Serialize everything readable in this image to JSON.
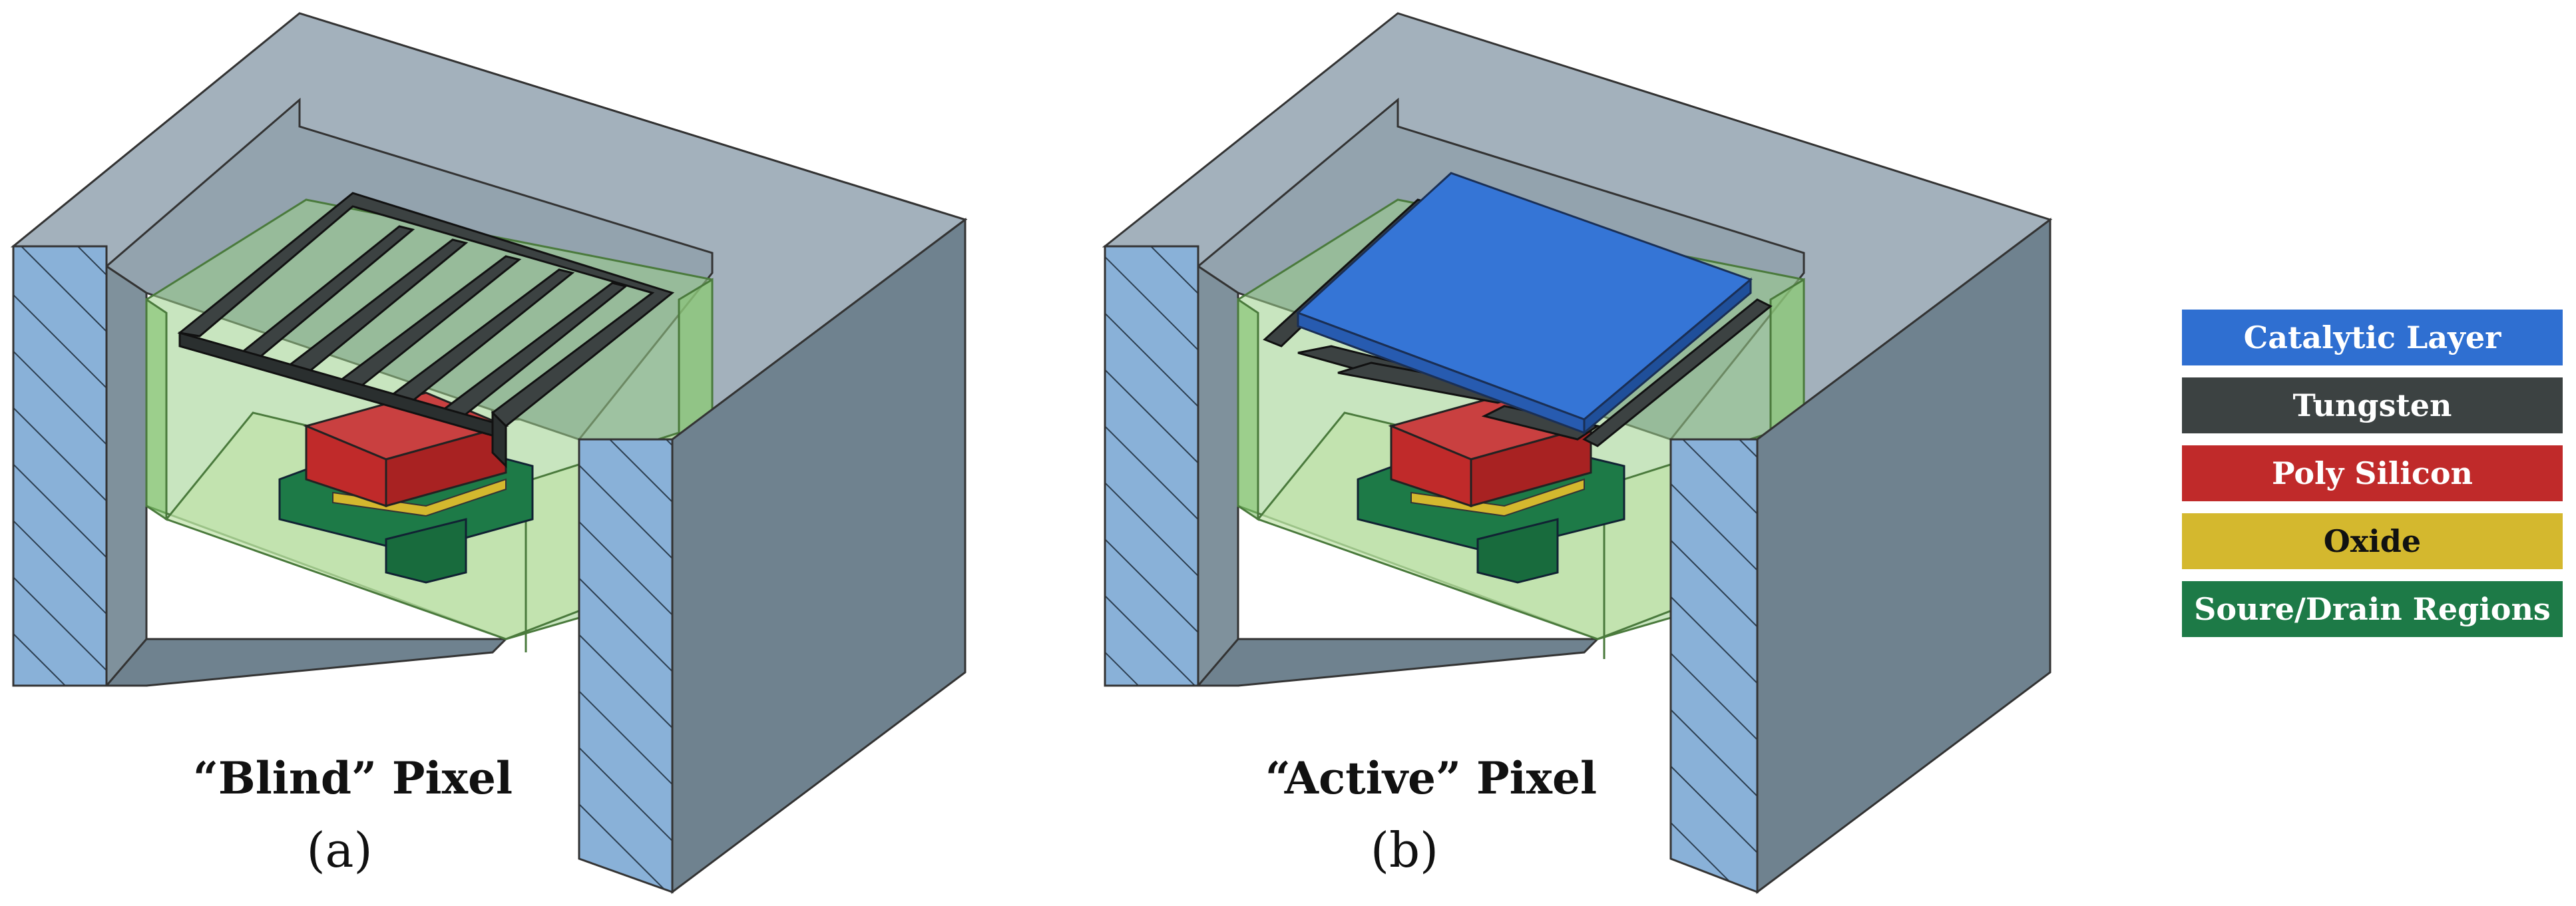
{
  "panels": [
    {
      "title": "“Blind” Pixel",
      "label": "(a)"
    },
    {
      "title": "“Active” Pixel",
      "label": "(b)"
    }
  ],
  "legend": [
    {
      "label": "Catalytic Layer",
      "color": "#2f6fd1",
      "text_color": "#ffffff"
    },
    {
      "label": "Tungsten",
      "color": "#3c4242",
      "text_color": "#ffffff"
    },
    {
      "label": "Poly Silicon",
      "color": "#c02a2a",
      "text_color": "#ffffff"
    },
    {
      "label": "Oxide",
      "color": "#d4b82e",
      "text_color": "#111111"
    },
    {
      "label": "Soure/Drain Regions",
      "color": "#1d7a47",
      "text_color": "#ffffff"
    }
  ],
  "colors": {
    "frame_top": "#9fadb8",
    "frame_side": "#6f828f",
    "frame_hatch": "#89b1d8",
    "green_glass": "#9bd08a"
  }
}
